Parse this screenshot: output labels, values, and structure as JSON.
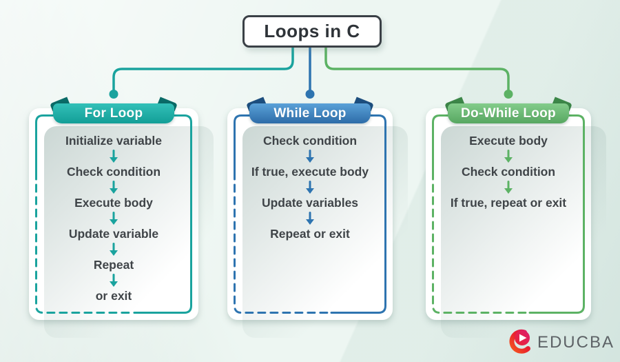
{
  "title": "Loops in C",
  "brand": {
    "name": "EDUCBA"
  },
  "cards": [
    {
      "id": "for-loop",
      "label": "For Loop",
      "accent": "#1aa39e",
      "ribbon_light": "#33c0b8",
      "ribbon_dark": "#129e97",
      "fold": "#0b6b67",
      "steps": [
        "Initialize variable",
        "Check condition",
        "Execute body",
        "Update variable",
        "Repeat",
        "or exit"
      ]
    },
    {
      "id": "while-loop",
      "label": "While Loop",
      "accent": "#2e74b0",
      "ribbon_light": "#5aa1d8",
      "ribbon_dark": "#2d6ca8",
      "fold": "#1d4e7e",
      "steps": [
        "Check condition",
        "If true, execute body",
        "Update variables",
        "Repeat or exit"
      ]
    },
    {
      "id": "do-while-loop",
      "label": "Do-While Loop",
      "accent": "#5cb264",
      "ribbon_light": "#83cc8b",
      "ribbon_dark": "#57a761",
      "fold": "#3c8648",
      "steps": [
        "Execute body",
        "Check condition",
        "If true, repeat or exit"
      ]
    }
  ]
}
